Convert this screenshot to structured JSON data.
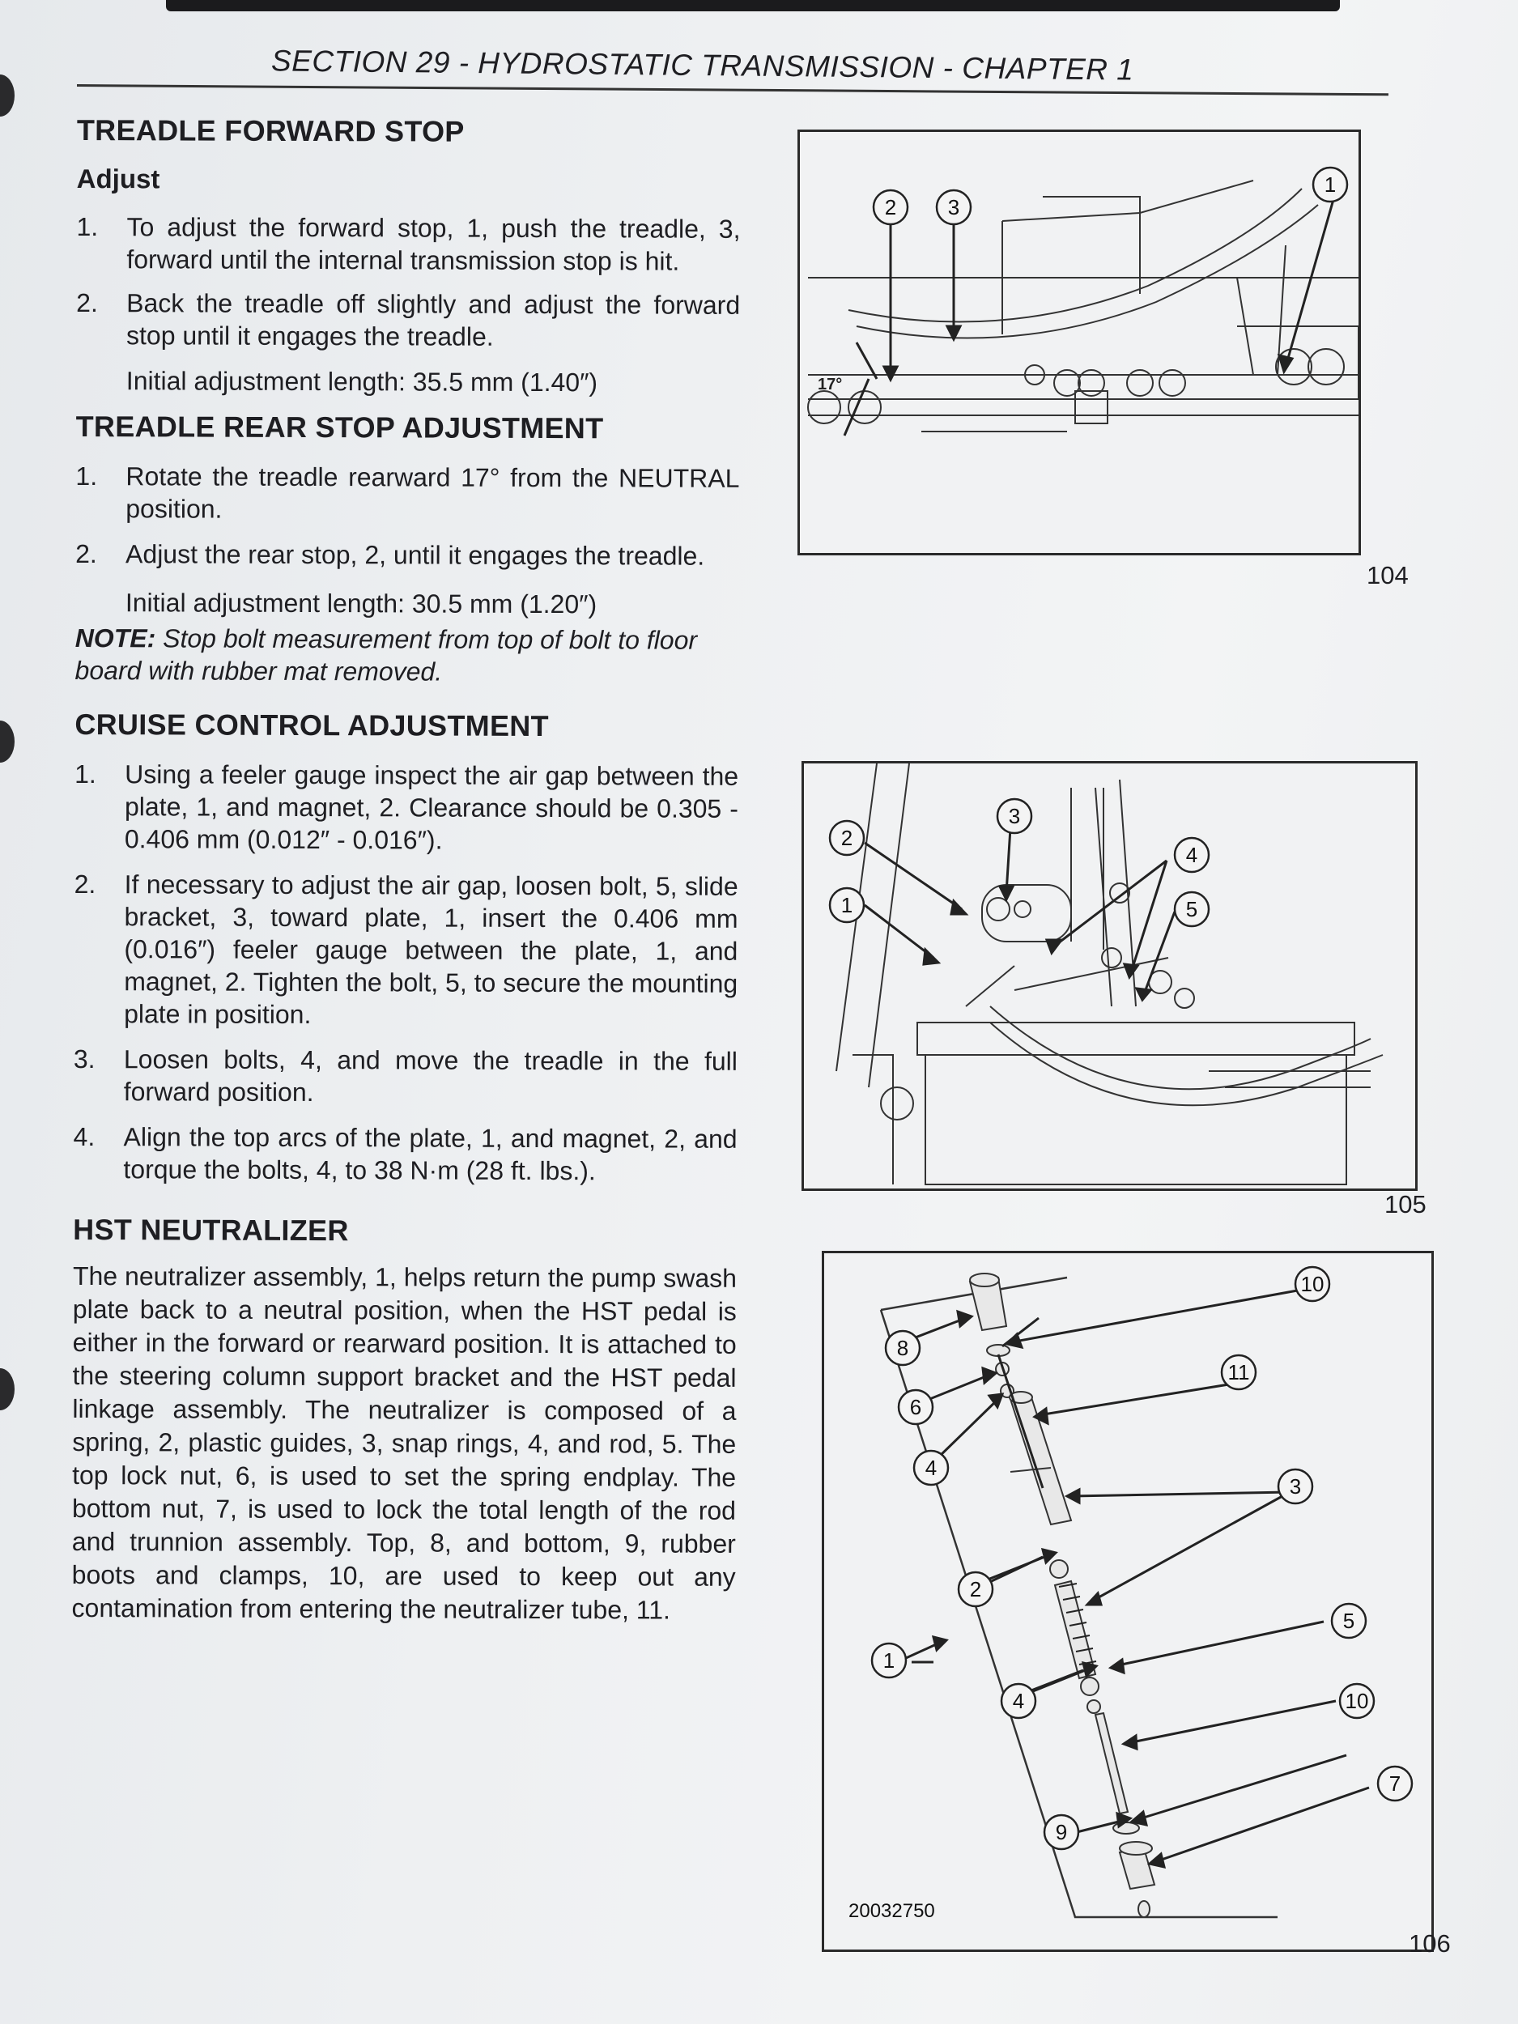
{
  "header": "SECTION 29 - HYDROSTATIC TRANSMISSION - CHAPTER 1",
  "treadle_forward": {
    "title": "TREADLE FORWARD STOP",
    "subtitle": "Adjust",
    "steps": [
      {
        "num": "1.",
        "text": "To adjust the forward stop, 1, push the treadle, 3, forward until the internal transmission stop is hit."
      },
      {
        "num": "2.",
        "text": "Back the treadle off slightly and adjust the forward stop until it engages the treadle."
      }
    ],
    "spec": "Initial adjustment length: 35.5 mm (1.40″)"
  },
  "treadle_rear": {
    "title": "TREADLE REAR STOP ADJUSTMENT",
    "steps": [
      {
        "num": "1.",
        "text": "Rotate the treadle rearward 17° from the NEUTRAL position."
      },
      {
        "num": "2.",
        "text": "Adjust the rear stop, 2, until it engages the treadle."
      }
    ],
    "spec": "Initial adjustment length: 30.5 mm (1.20″)",
    "note_label": "NOTE:",
    "note_text": "Stop bolt measurement from top of bolt to floor board with rubber mat removed."
  },
  "cruise": {
    "title": "CRUISE CONTROL ADJUSTMENT",
    "steps": [
      {
        "num": "1.",
        "text": "Using a feeler gauge inspect the air gap between the plate, 1, and magnet, 2. Clearance should be 0.305 - 0.406 mm (0.012″ - 0.016″)."
      },
      {
        "num": "2.",
        "text": "If necessary to adjust the air gap, loosen bolt, 5, slide bracket, 3, toward plate, 1, insert the 0.406 mm (0.016″) feeler gauge between the plate, 1, and magnet, 2. Tighten the bolt, 5, to secure the mounting plate in position."
      },
      {
        "num": "3.",
        "text": "Loosen bolts, 4, and move the treadle in the full forward position."
      },
      {
        "num": "4.",
        "text": "Align the top arcs of the plate, 1, and magnet, 2, and torque the bolts, 4, to 38 N·m (28 ft. lbs.)."
      }
    ]
  },
  "hst": {
    "title": "HST NEUTRALIZER",
    "text": "The neutralizer assembly, 1, helps return the pump swash plate back to a neutral position, when the HST pedal is either in the forward or rearward position. It is attached to the steering column support bracket and the HST pedal linkage assembly. The neutralizer is composed of a spring, 2, plastic guides, 3, snap rings, 4, and rod, 5. The top lock nut, 6, is used to set the spring endplay. The bottom nut, 7, is used to lock the total length of the rod and trunnion assembly. Top, 8, and bottom, 9, rubber boots and clamps, 10, are used to keep out any contamination from entering the neutralizer tube, 11."
  },
  "figures": {
    "fig104": {
      "number": "104",
      "angle_label": "17°",
      "callouts": [
        "2",
        "3",
        "1"
      ]
    },
    "fig105": {
      "number": "105",
      "callouts": [
        "2",
        "1",
        "3",
        "4",
        "5"
      ]
    },
    "fig106": {
      "number": "106",
      "id": "20032750",
      "callouts": [
        "8",
        "6",
        "4",
        "2",
        "1",
        "4",
        "10",
        "11",
        "3",
        "5",
        "10",
        "7",
        "9"
      ]
    }
  }
}
